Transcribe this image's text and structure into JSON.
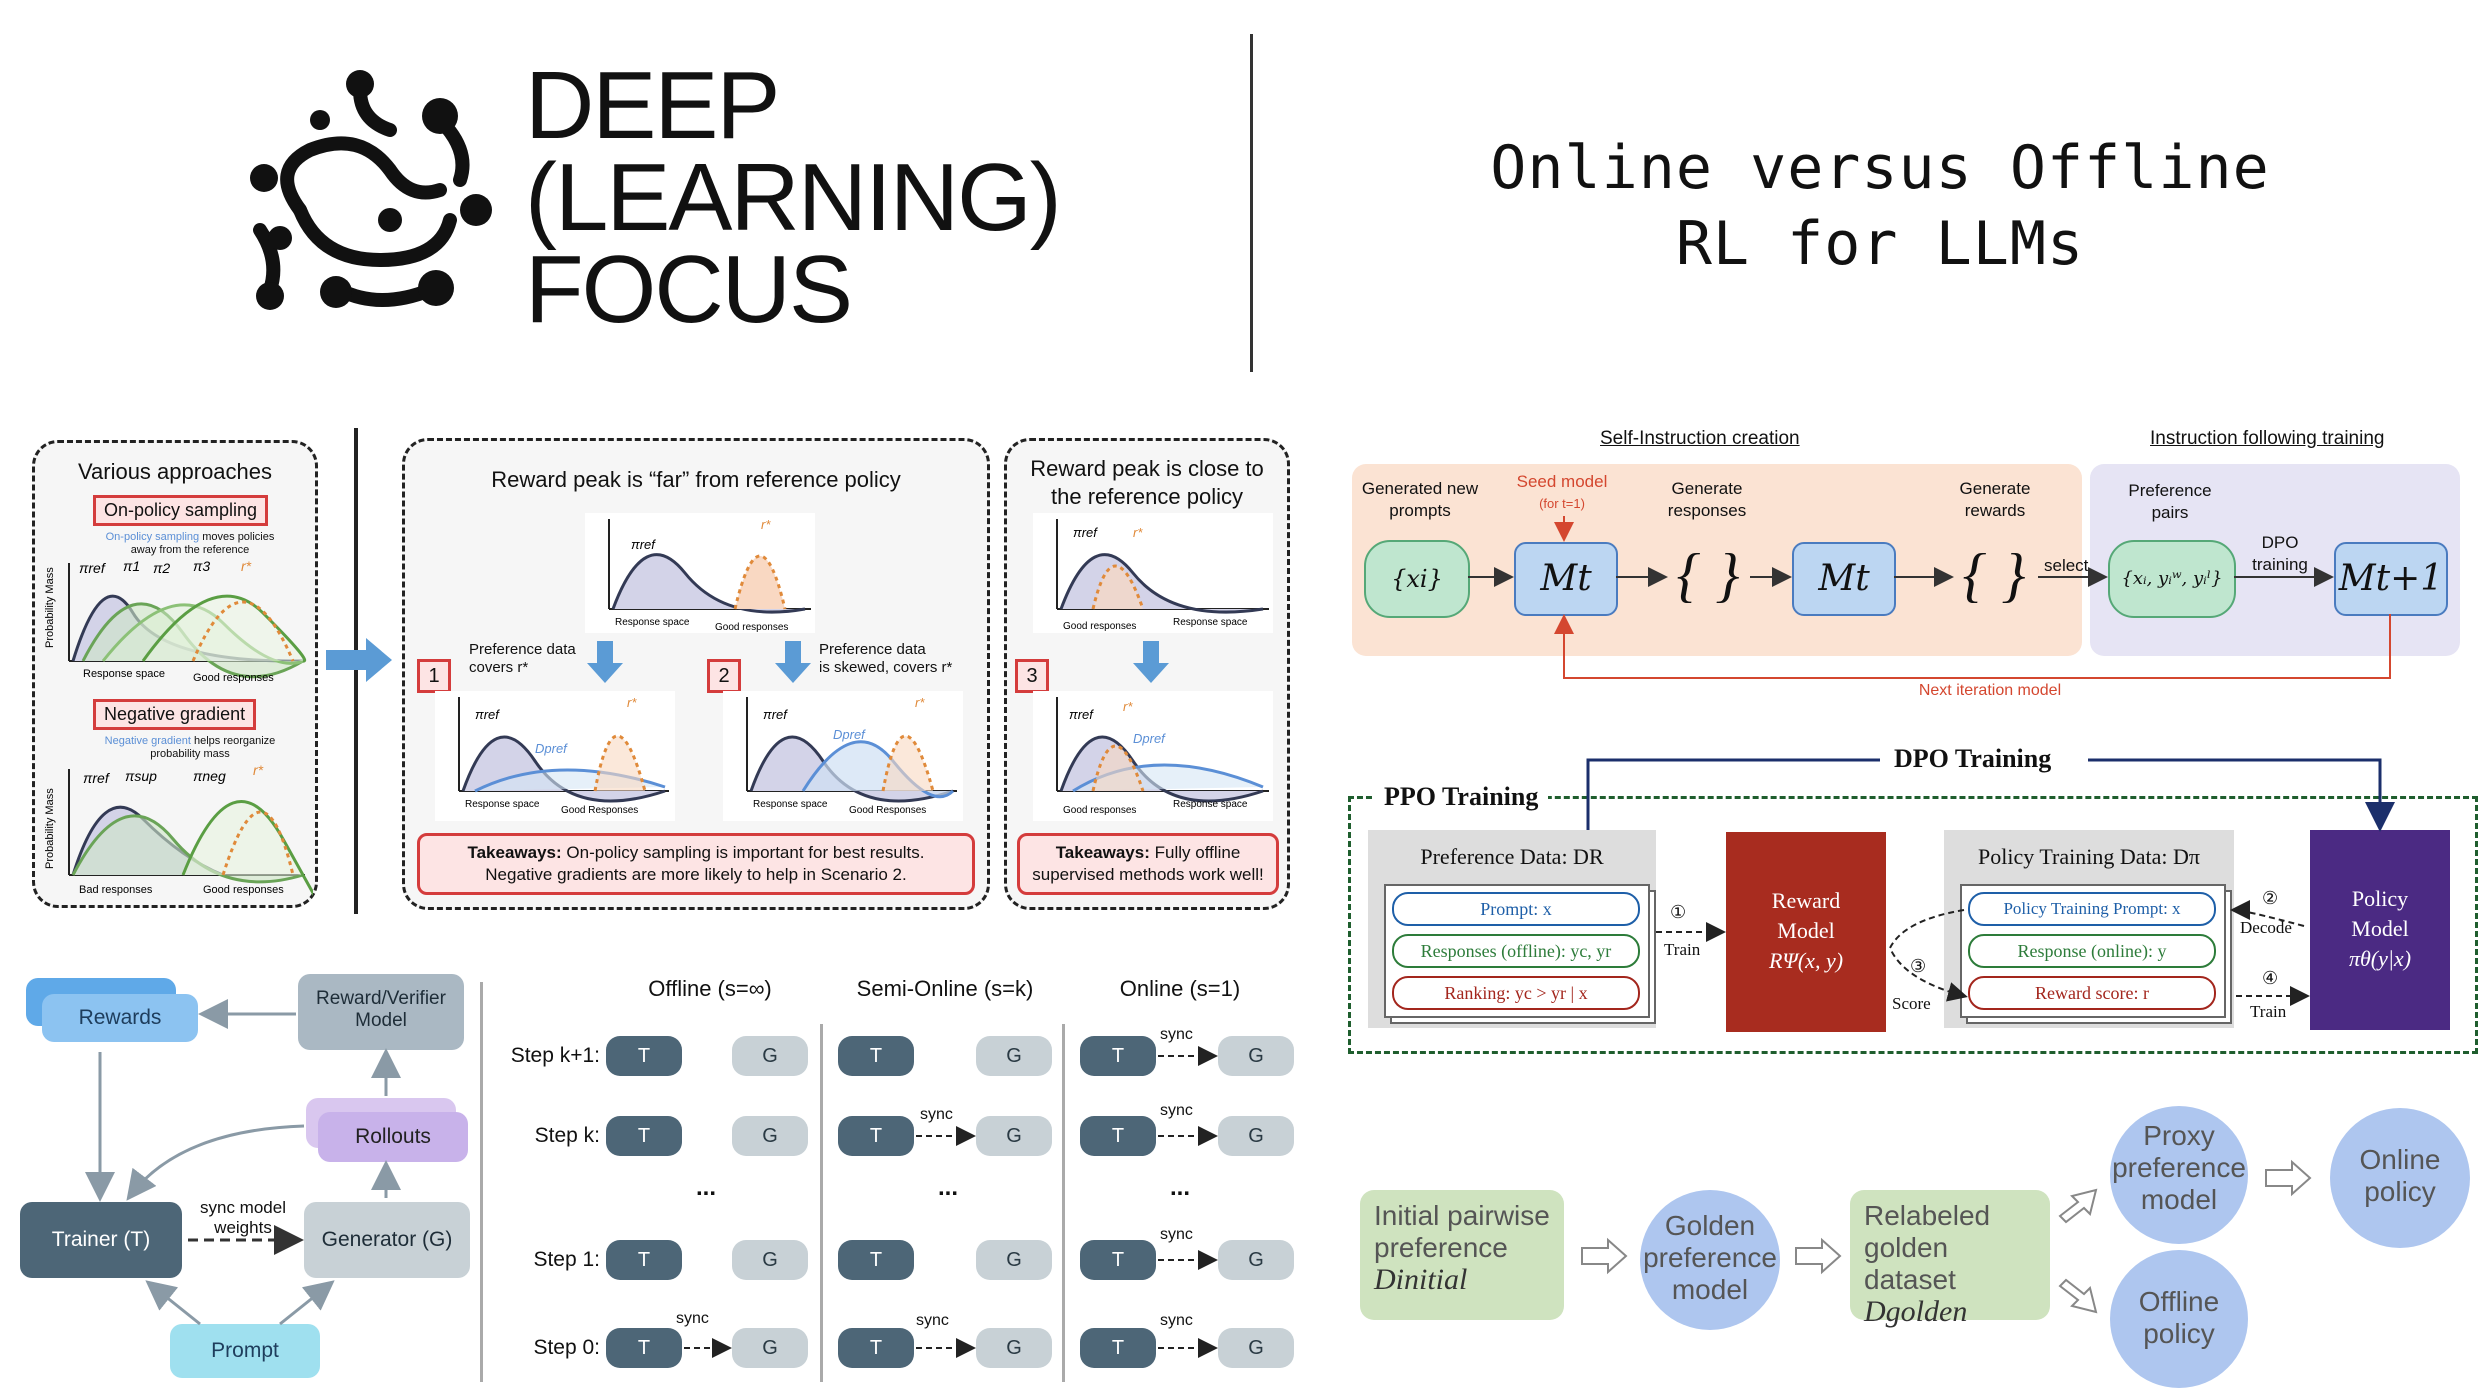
{
  "header": {
    "logo_lines": [
      "DEEP",
      "(LEARNING)",
      "FOCUS"
    ],
    "title_line1": "Online versus Offline",
    "title_line2": "RL for LLMs"
  },
  "panelA": {
    "title": "Various approaches",
    "onpolicy_label": "On-policy sampling",
    "onpolicy_note1": "On-policy sampling",
    "onpolicy_note2": "moves policies",
    "onpolicy_note3": "away from the reference",
    "neg_label": "Negative gradient",
    "neg_note1": "Negative gradient",
    "neg_note2": "helps reorganize",
    "neg_note3": "probability mass",
    "ylabel": "Probability Mass",
    "resp_space": "Response space",
    "good_responses": "Good responses",
    "bad_responses": "Bad responses",
    "pi_ref": "πref",
    "pi1": "π1",
    "pi2": "π2",
    "pi3": "π3",
    "rstar": "r*",
    "pi_sup": "πsup",
    "pi_neg": "πneg"
  },
  "panelB": {
    "title": "Reward peak is “far” from reference policy",
    "pref1": "Preference data",
    "pref1b": "covers r*",
    "pref2": "Preference data",
    "pref2b": "is skewed, covers r*",
    "n1": "1",
    "n2": "2",
    "takeaway_bold": "Takeaways:",
    "takeaway1": "On-policy sampling is important for best results.",
    "takeaway2": "Negative gradients are more likely to help in Scenario 2.",
    "dpref": "Dpref",
    "good": "Good Responses",
    "resp_space": "Response space",
    "good_small": "Good responses"
  },
  "panelC": {
    "title1": "Reward peak is close to",
    "title2": "the reference policy",
    "n3": "3",
    "takeaway_bold": "Takeaways:",
    "takeaway1": "Fully offline",
    "takeaway2": "supervised methods work well!",
    "good_small": "Good responses",
    "resp_space": "Response space"
  },
  "selfinst": {
    "head_left": "Self-Instruction creation",
    "head_right": "Instruction following training",
    "gen_prompts": "Generated new prompts",
    "seed_model": "Seed model",
    "seed_sub": "(for t=1)",
    "gen_resp": "Generate responses",
    "gen_rew": "Generate rewards",
    "pref_pairs": "Preference pairs",
    "dpo_training": "DPO training",
    "select": "select",
    "next_iter": "Next iteration model",
    "xi": "{xi}",
    "mt": "Mt",
    "mt1": "Mt+1"
  },
  "ppodpo": {
    "dpo_title": "DPO Training",
    "ppo_title": "PPO Training",
    "pref_data": "Preference Data: DR",
    "prompt": "Prompt: x",
    "responses": "Responses (offline): yc, yr",
    "ranking": "Ranking: yc > yr | x",
    "train1": "Train",
    "n1": "①",
    "reward_model1": "Reward",
    "reward_model2": "Model",
    "reward_model3": "RΨ(x, y)",
    "policy_data": "Policy Training Data: Dπ",
    "pt_prompt": "Policy Training Prompt: x",
    "resp_online": "Response (online): y",
    "reward_score": "Reward score: r",
    "score": "Score",
    "n3": "③",
    "decode": "Decode",
    "n2": "②",
    "train4": "Train",
    "n4": "④",
    "policy1": "Policy",
    "policy2": "Model",
    "policy3": "πθ(y|x)"
  },
  "async": {
    "rewards": "Rewards",
    "reward_model": "Reward/Verifier Model",
    "rollouts": "Rollouts",
    "trainer": "Trainer (T)",
    "generator": "Generator (G)",
    "sync_model": "sync model",
    "weights": "weights",
    "prompt": "Prompt"
  },
  "grid": {
    "cols": [
      "Offline (s=∞)",
      "Semi-Online (s=k)",
      "Online (s=1)"
    ],
    "rows": [
      "Step k+1:",
      "Step k:",
      "...",
      "Step 1:",
      "Step 0:"
    ],
    "T": "T",
    "G": "G",
    "sync": "sync",
    "dots": "..."
  },
  "pipeline": {
    "initial1": "Initial pairwise",
    "initial2": "preference",
    "initial3": "Dinitial",
    "golden1": "Golden",
    "golden2": "preference",
    "golden3": "model",
    "relabel1": "Relabeled",
    "relabel2": "golden dataset",
    "relabel3": "Dgolden",
    "proxy1": "Proxy",
    "proxy2": "preference",
    "proxy3": "model",
    "online1": "Online",
    "online2": "policy",
    "offline1": "Offline",
    "offline2": "policy"
  }
}
